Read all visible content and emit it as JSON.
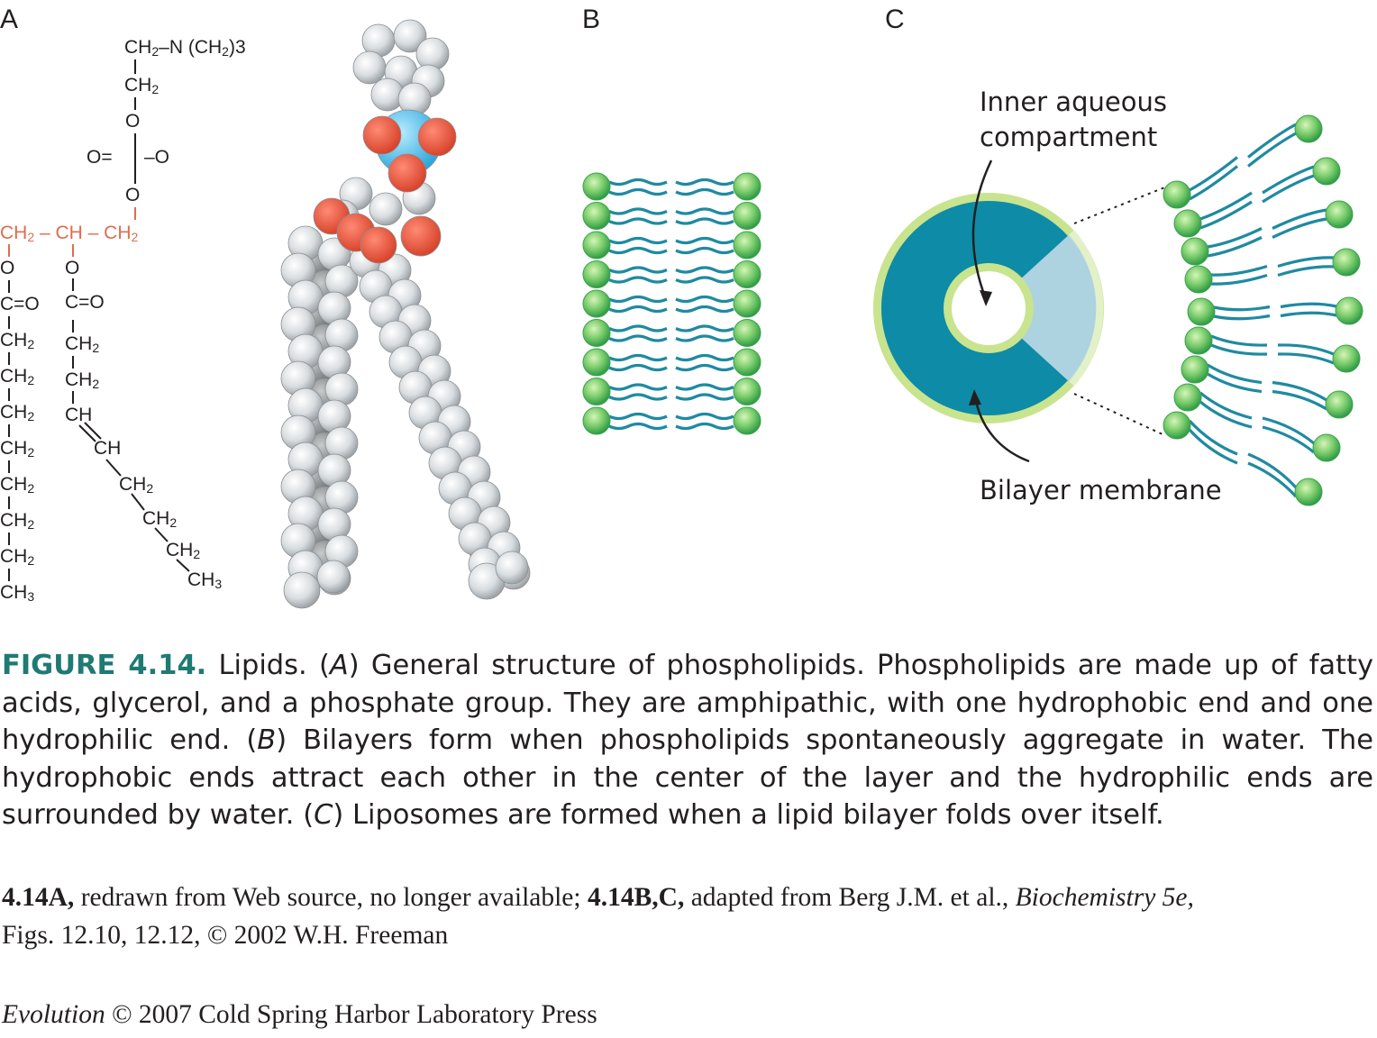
{
  "panels": {
    "a": "A",
    "b": "B",
    "c": "C"
  },
  "structure": {
    "choline": "CH2–N (CH2)3",
    "ch2_upper": "CH2",
    "o_upper": "O",
    "phosphate_left": "O=",
    "phosphate_right": "–O",
    "o_lower": "O",
    "glycerol": "CH2 – CH – CH2",
    "chain1": [
      "O",
      "C=O",
      "CH2",
      "CH2",
      "CH2",
      "CH2",
      "CH2",
      "CH2",
      "CH2",
      "CH3"
    ],
    "chain2": [
      "O",
      "C=O",
      "CH2",
      "CH2",
      "CH",
      "CH",
      "CH2",
      "CH2",
      "CH2",
      "CH3"
    ]
  },
  "liposome": {
    "inner_label_line1": "Inner aqueous",
    "inner_label_line2": "compartment",
    "membrane_label": "Bilayer membrane"
  },
  "colors": {
    "tail": "#1f8aa1",
    "head": "#7fcf74",
    "liposome_fill": "#0e8ba6",
    "liposome_ring": "#c8e48e",
    "wedge": "#b6d6e3",
    "glycerol": "#e06c4e",
    "oxygen": "#ef6149",
    "phosphorus": "#58c0ec",
    "caption_accent": "#1f7a74"
  },
  "caption": {
    "figure_label": "FIGURE 4.14.",
    "text_1": " Lipids. (",
    "ref_a": "A",
    "text_2": ") General structure of phospholipids. Phospholipids are made up of fatty acids, glycerol, and a phosphate group. They are amphipathic, with one hydrophobic end and one hydrophilic end. (",
    "ref_b": "B",
    "text_3": ") Bilayers form when phospholipids spontaneously aggregate in water. The hydrophobic ends attract each other in the center of the layer and the hydrophilic ends are surrounded by water. (",
    "ref_c": "C",
    "text_4": ") Liposomes are formed when a lipid bilayer folds over itself."
  },
  "credit": {
    "part1_bold": "4.14A,",
    "part1": " redrawn from Web source, no longer available; ",
    "part2_bold": "4.14B,C,",
    "part2": " adapted from Berg J.M. et al., ",
    "book": "Biochemistry 5e,",
    "part3": "Figs. 12.10, 12.12, © 2002 W.H. Freeman"
  },
  "copyright": {
    "title": "Evolution",
    "rest": " © 2007 Cold Spring Harbor Laboratory Press"
  }
}
